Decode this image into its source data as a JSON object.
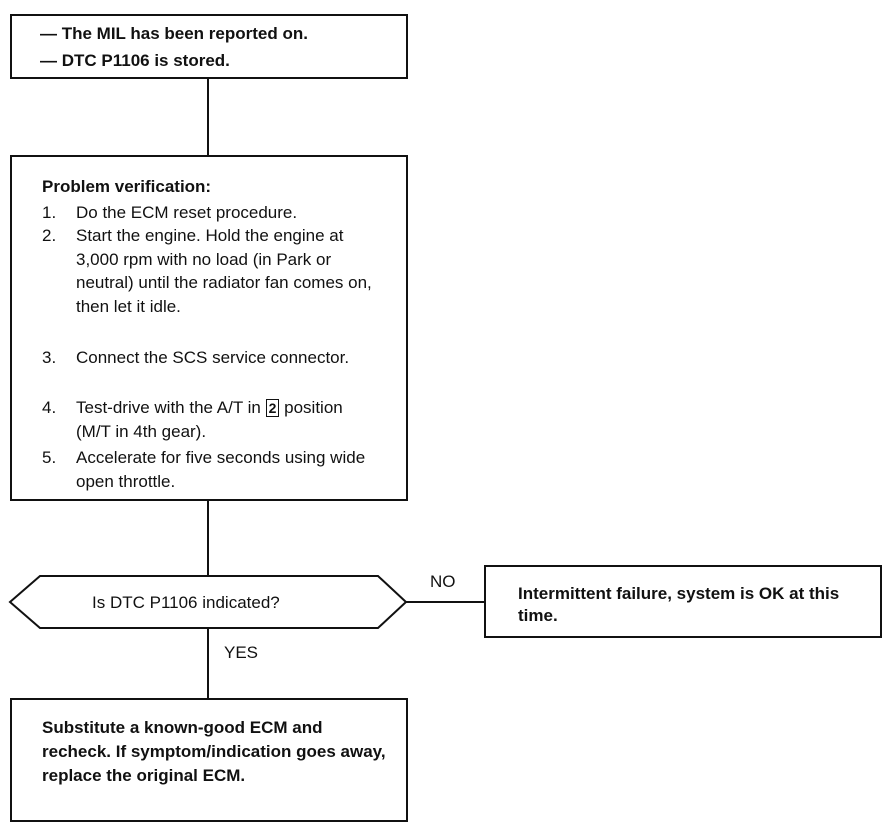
{
  "start_box": {
    "line1": "— The MIL has been reported on.",
    "line2": "— DTC P1106 is stored."
  },
  "verification": {
    "title": "Problem verification:",
    "steps": [
      {
        "num": "1.",
        "text": "Do the ECM reset procedure."
      },
      {
        "num": "2.",
        "text": "Start the engine. Hold the engine at 3,000 rpm with no load (in Park or neutral) until the radiator fan comes on, then let it idle."
      },
      {
        "num": "3.",
        "text": "Connect the SCS service connector."
      },
      {
        "num": "4.",
        "text_before": "Test-drive with the A/T in",
        "gear_symbol": "2",
        "text_after": "position (M/T in 4th gear)."
      },
      {
        "num": "5.",
        "text": "Accelerate for five seconds using wide open throttle."
      }
    ]
  },
  "decision": {
    "question": "Is DTC P1106 indicated?",
    "no_label": "NO",
    "yes_label": "YES"
  },
  "no_box": {
    "text": "Intermittent failure, system is OK at this time."
  },
  "yes_box": {
    "text": "Substitute a known-good ECM and recheck. If symptom/indication goes away, replace the original ECM."
  }
}
